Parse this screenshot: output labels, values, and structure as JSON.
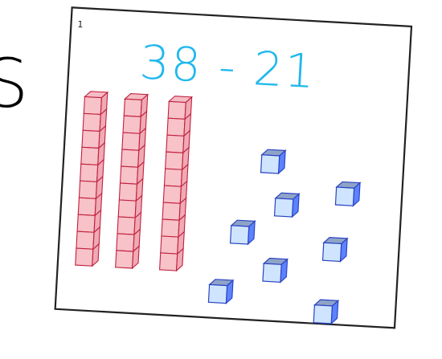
{
  "card": {
    "number": "1",
    "expression": "38 - 21",
    "edge_glyph": "S",
    "colors": {
      "expression": "#20b8ee",
      "ten_rod_front": "#f7c2c8",
      "ten_rod_stroke": "#c21f3d",
      "unit_cube_front": "#cfe5ff",
      "unit_cube_stroke": "#2a44c4"
    }
  },
  "manipulatives": {
    "ten_rods": [
      {
        "name": "ten-rod-1"
      },
      {
        "name": "ten-rod-2"
      },
      {
        "name": "ten-rod-3"
      }
    ],
    "unit_cubes": [
      {
        "name": "unit-cube-1"
      },
      {
        "name": "unit-cube-2"
      },
      {
        "name": "unit-cube-3"
      },
      {
        "name": "unit-cube-4"
      },
      {
        "name": "unit-cube-5"
      },
      {
        "name": "unit-cube-6"
      },
      {
        "name": "unit-cube-7"
      },
      {
        "name": "unit-cube-8"
      }
    ]
  }
}
